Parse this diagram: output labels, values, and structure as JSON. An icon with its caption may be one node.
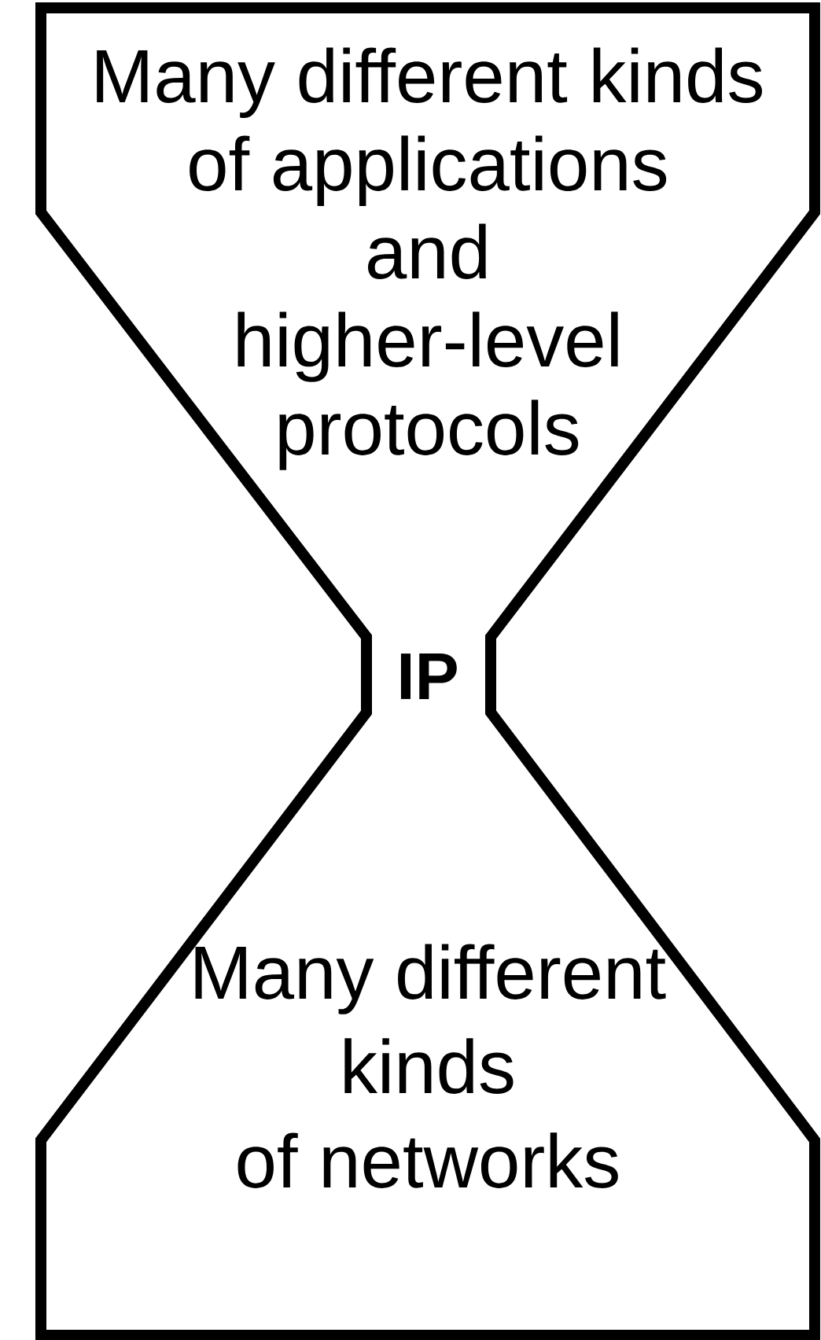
{
  "diagram": {
    "nodes": [
      {
        "text": [
          "Many different kinds of applications and higher-level protocols",
          "IP",
          "Many different kinds of networks"
        ]
      }
    ]
  }
}
